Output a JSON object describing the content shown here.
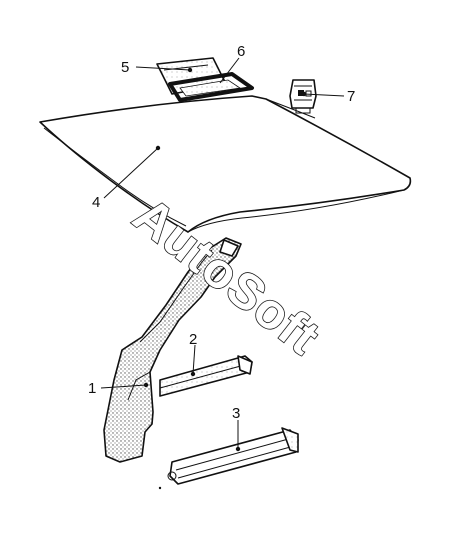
{
  "watermark": "AutoSoft",
  "callouts": [
    {
      "number": "1",
      "part": "pillar-trim"
    },
    {
      "number": "2",
      "part": "sill-trim-upper"
    },
    {
      "number": "3",
      "part": "sill-trim-lower"
    },
    {
      "number": "4",
      "part": "headliner-panel"
    },
    {
      "number": "5",
      "part": "sun-visor-cover"
    },
    {
      "number": "6",
      "part": "seal-strip"
    },
    {
      "number": "7",
      "part": "retaining-clip"
    }
  ],
  "colors": {
    "line": "#111111",
    "background": "#ffffff",
    "stipple": "#555555"
  }
}
